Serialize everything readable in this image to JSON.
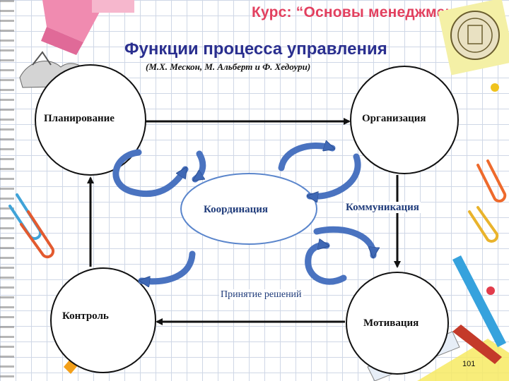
{
  "header": {
    "course_title": "Курс: “Основы менеджмента”"
  },
  "slide": {
    "title": "Функции процесса управления",
    "authors": "(М.Х. Мескон, М. Альберт и Ф. Хедоури)",
    "page_number": "101"
  },
  "diagram": {
    "nodes": {
      "planning": "Планирование",
      "organization": "Организация",
      "coordination": "Координация",
      "communication": "Коммуникация",
      "decision_making": "Принятие решений",
      "control": "Контроль",
      "motivation": "Мотивация"
    }
  },
  "colors": {
    "header": "#e2405f",
    "title": "#2a2f8f",
    "arrow_blue": "#4a73c0",
    "ellipse_border": "#5b86cc"
  },
  "decorations": [
    "highlighter-icon",
    "seal-icon",
    "paperclip-icon",
    "pencil-icon",
    "pushpin-icon",
    "ruler-icon",
    "illustration-icon"
  ]
}
